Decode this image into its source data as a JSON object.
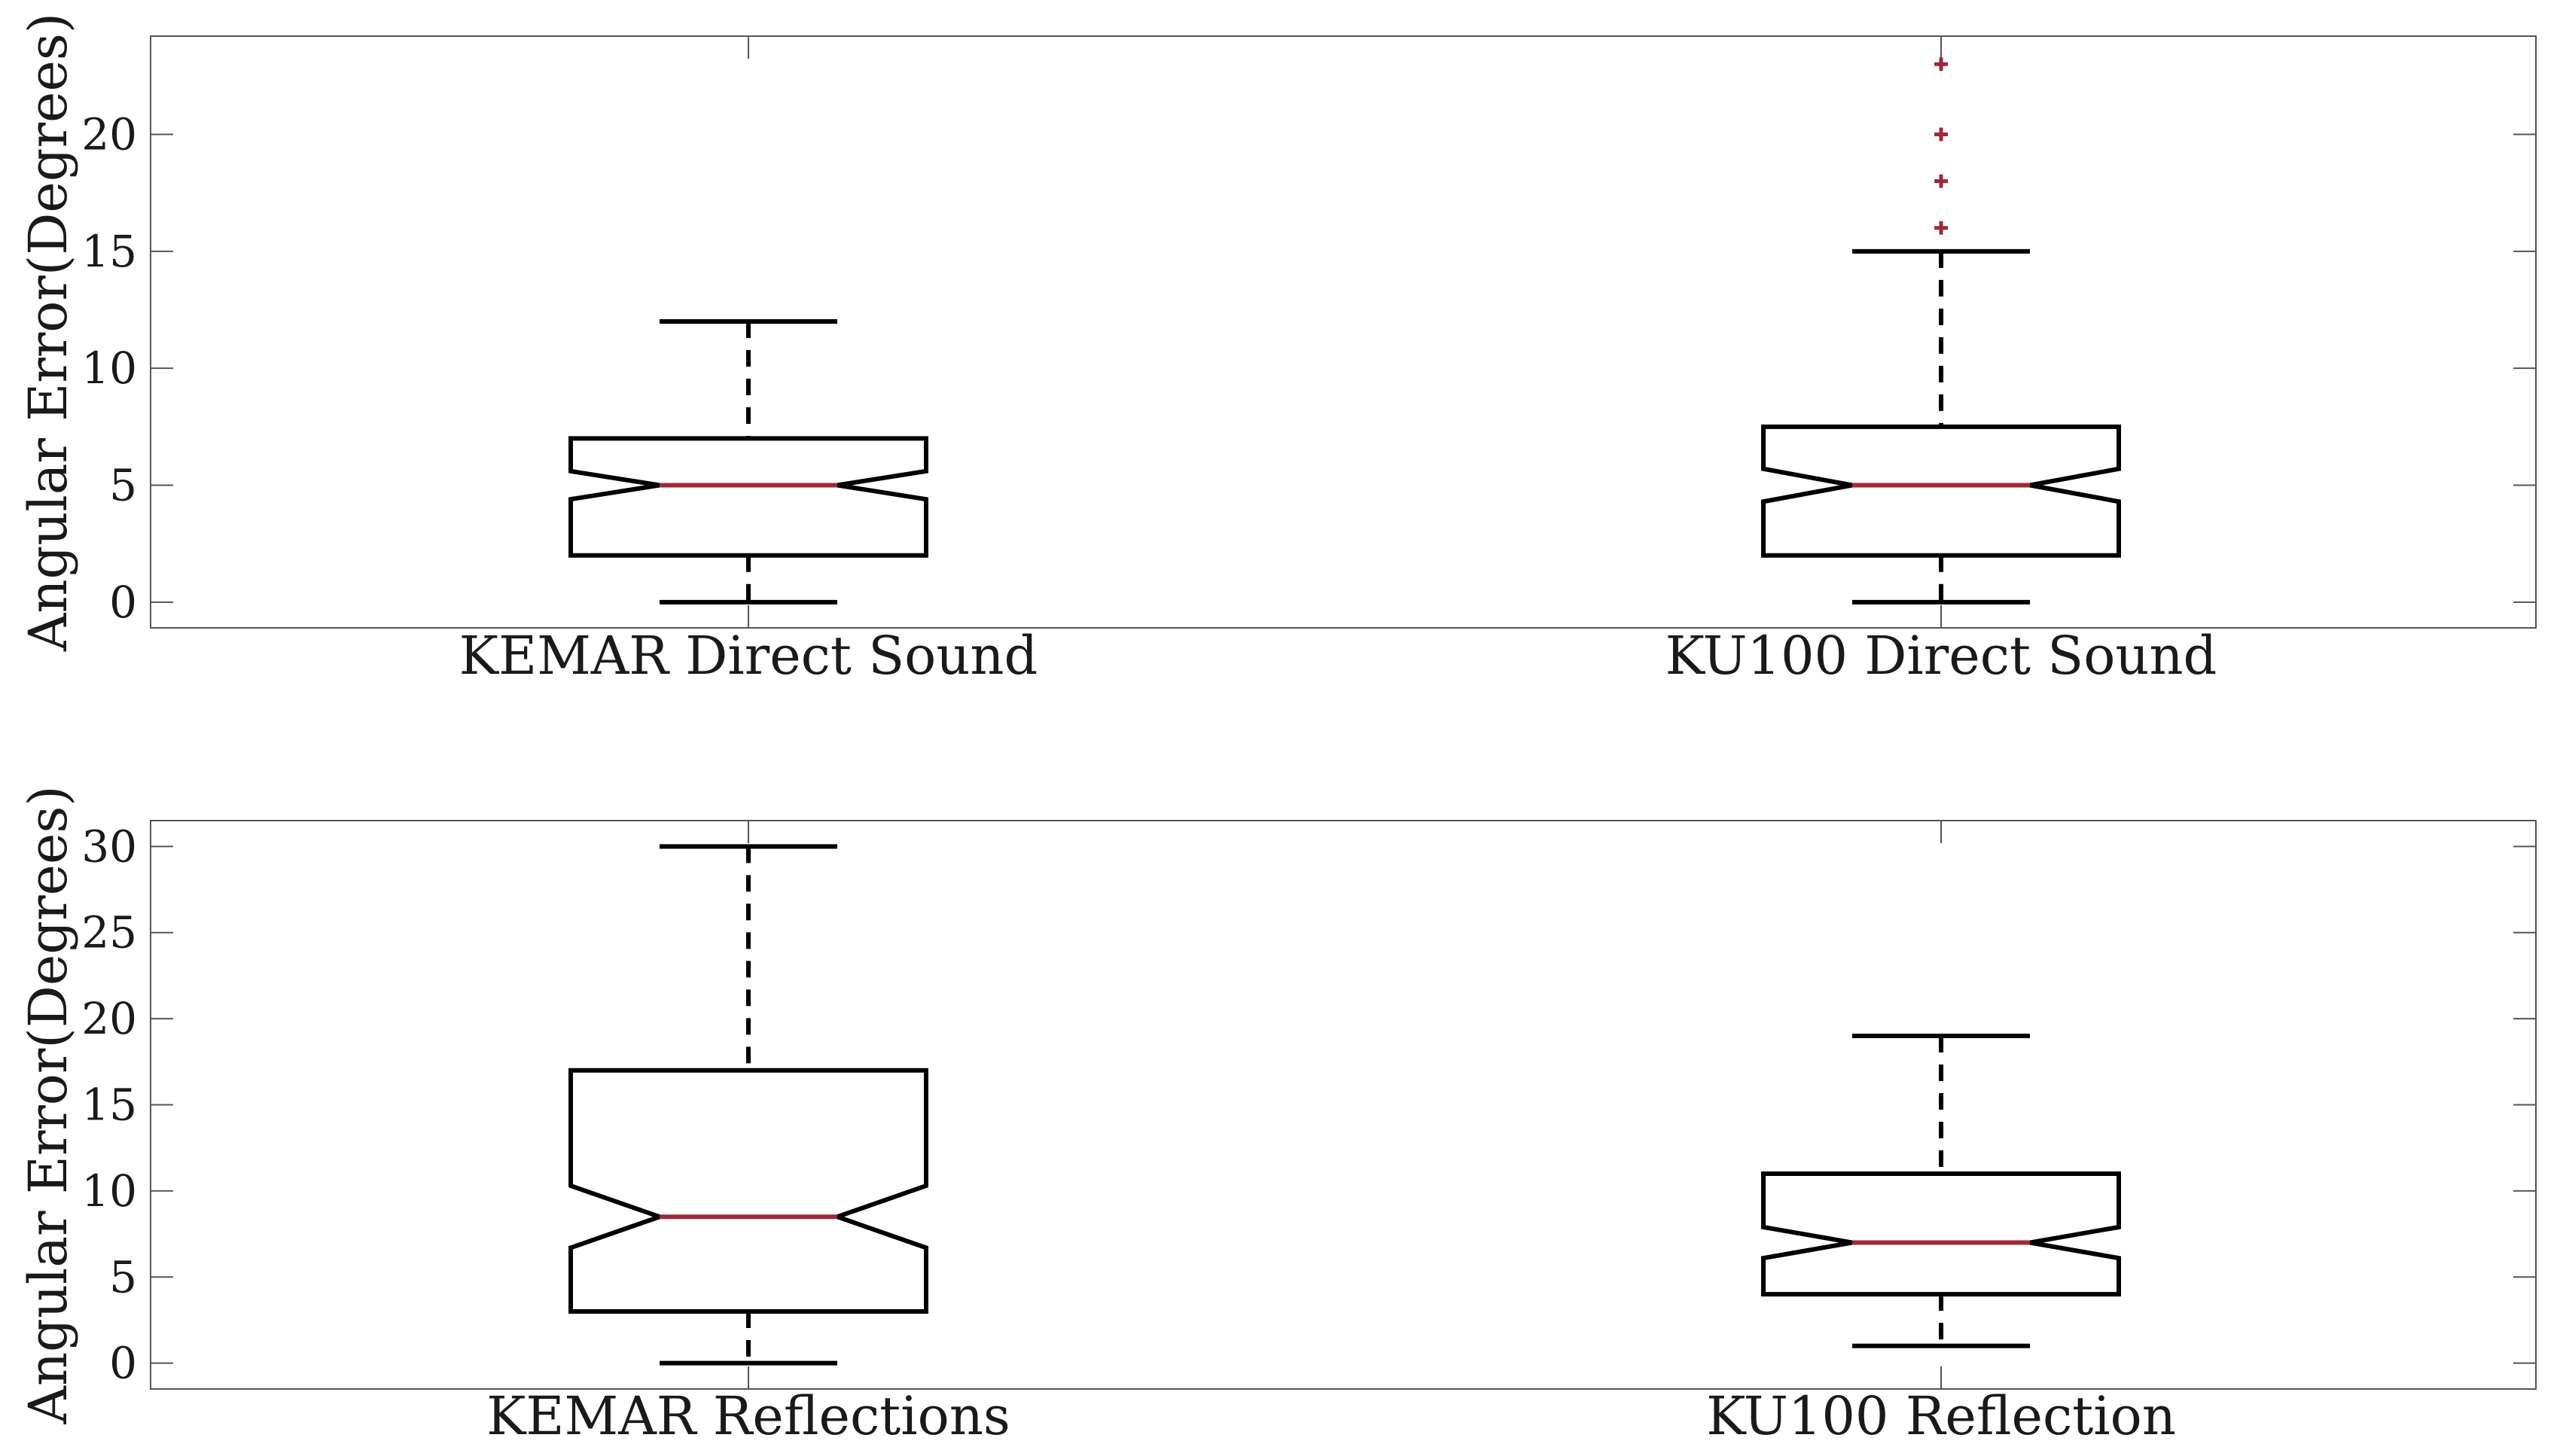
{
  "chart_data": [
    {
      "type": "boxplot",
      "ylabel": "Angular Error(Degrees)",
      "ylim": [
        -1.1,
        24.2
      ],
      "yticks": [
        0,
        5,
        10,
        15,
        20
      ],
      "notched": true,
      "colors": {
        "box": "#000000",
        "median": "#a0283a",
        "outlier": "#a0283a",
        "frame": "#555555"
      },
      "series": [
        {
          "name": "KEMAR Direct Sound",
          "min": 0,
          "q1": 2,
          "median": 5,
          "q3": 7,
          "max": 12,
          "notch_low": 4.4,
          "notch_high": 5.6,
          "outliers": []
        },
        {
          "name": "KU100 Direct Sound",
          "min": 0,
          "q1": 2,
          "median": 5,
          "q3": 7.5,
          "max": 15,
          "notch_low": 4.3,
          "notch_high": 5.7,
          "outliers": [
            16,
            18,
            20,
            23
          ]
        }
      ]
    },
    {
      "type": "boxplot",
      "ylabel": "Angular Error(Degrees)",
      "ylim": [
        -1.5,
        31.5
      ],
      "yticks": [
        0,
        5,
        10,
        15,
        20,
        25,
        30
      ],
      "notched": true,
      "colors": {
        "box": "#000000",
        "median": "#a0283a",
        "outlier": "#a0283a",
        "frame": "#555555"
      },
      "series": [
        {
          "name": "KEMAR Reflections",
          "min": 0,
          "q1": 3,
          "median": 8.5,
          "q3": 17,
          "max": 30,
          "notch_low": 6.7,
          "notch_high": 10.3,
          "outliers": []
        },
        {
          "name": "KU100 Reflection",
          "min": 1,
          "q1": 4,
          "median": 7,
          "q3": 11,
          "max": 19,
          "notch_low": 6.1,
          "notch_high": 7.9,
          "outliers": []
        }
      ]
    }
  ]
}
